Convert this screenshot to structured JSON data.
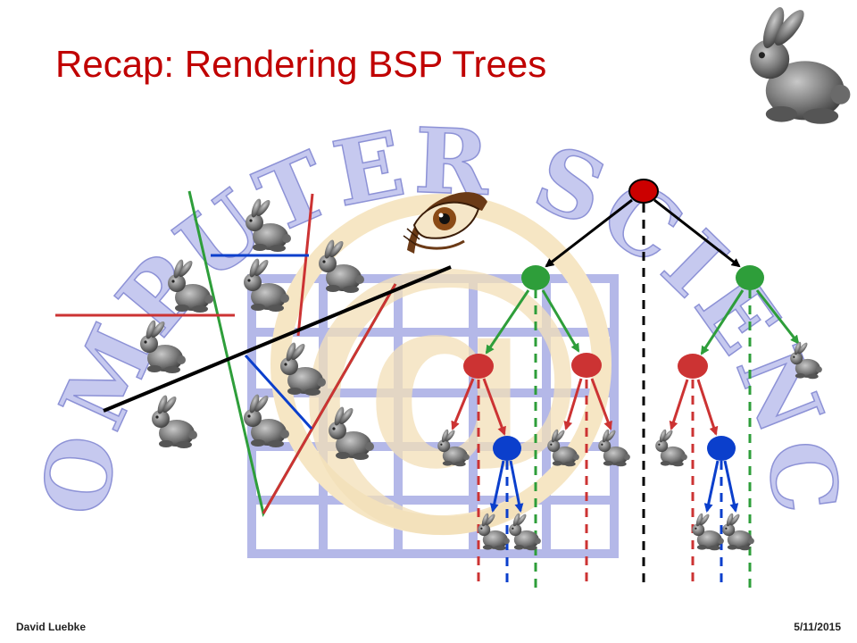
{
  "slide": {
    "title": "Recap: Rendering BSP Trees",
    "author": "David Luebke",
    "date": "5/11/2015"
  },
  "background": {
    "watermark_text": "COMPUTER SCIENCE",
    "watermark_symbol": "@"
  },
  "colors": {
    "title": "#c00000",
    "root_node": "#cc0000",
    "green": "#2e9e3a",
    "red": "#cc3333",
    "blue": "#0b3fcc",
    "black": "#000000",
    "watermark": "#b4b8e8",
    "watermark_at": "#f3e0b8"
  },
  "icons": [
    "bunny-icon",
    "eye-icon"
  ],
  "tree": {
    "levels": [
      "root",
      "green",
      "red",
      "blue",
      "leaf"
    ]
  }
}
